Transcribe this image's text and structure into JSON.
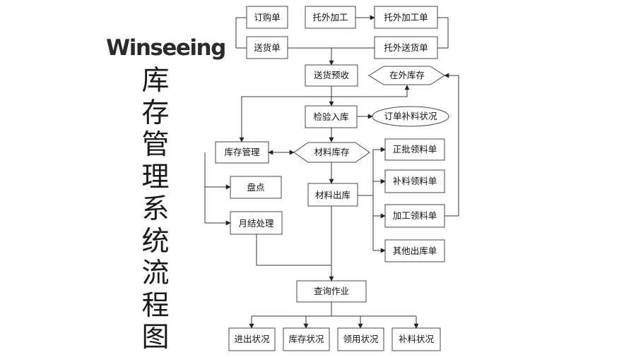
{
  "brand": "Winseeing",
  "title": "库存管理系统流程图",
  "nodes": {
    "order": "订购单",
    "outsource": "托外加工",
    "outsource_order": "托外加工单",
    "delivery_note": "送货单",
    "outsource_delivery": "托外送货单",
    "delivery_pre_receipt": "送货预收",
    "outsourced_stock": "在外库存",
    "inspect_in": "检验入库",
    "order_replenish_status": "订单补料状况",
    "inventory_mgmt": "库存管理",
    "material_stock": "材料库存",
    "stocktake": "盘点",
    "month_end": "月结处理",
    "material_out": "材料出库",
    "batch_requisition": "正批领料单",
    "replenish_requisition": "补料领料单",
    "processing_requisition": "加工领料单",
    "other_out": "其他出库单",
    "query": "查询作业",
    "inout_status": "进出状况",
    "stock_status": "库存状况",
    "requisition_status": "领用状况",
    "replenish_status": "补料状况"
  }
}
